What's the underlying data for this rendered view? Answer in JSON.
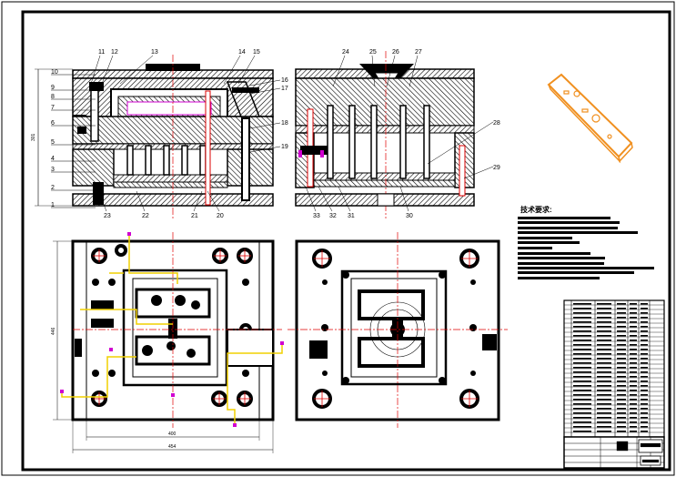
{
  "drawing": {
    "section_left_numbers": [
      "10",
      "9",
      "8",
      "7",
      "6",
      "5",
      "4",
      "3",
      "2",
      "1"
    ],
    "section_top_numbers_left": [
      "11",
      "12",
      "13",
      "14",
      "15"
    ],
    "section_right_numbers_left": [
      "16",
      "17",
      "18",
      "19"
    ],
    "section_bottom_numbers_left": [
      "23",
      "22",
      "21",
      "20"
    ],
    "section_top_numbers_right": [
      "24",
      "25",
      "26",
      "27"
    ],
    "section_right_numbers_right": [
      "28",
      "29"
    ],
    "section_bottom_numbers_right": [
      "33",
      "32",
      "31",
      "30"
    ],
    "height_dim": "301",
    "plan_height_dim": "446",
    "plan_width_inner": "400",
    "plan_width_outer": "454",
    "tech_title": "技术要求:"
  },
  "colors": {
    "line": "#000000",
    "centerline": "#e00000",
    "cooling": "#f0d000",
    "marker": "#d000d0",
    "part_iso": "#f09020"
  }
}
